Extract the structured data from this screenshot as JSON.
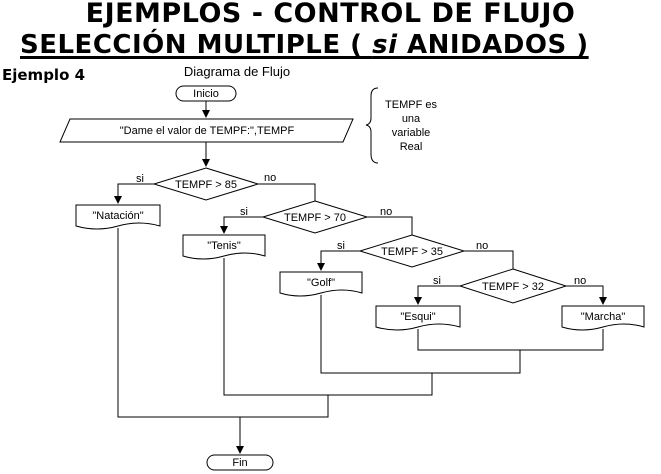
{
  "header": {
    "title_line1": "EJEMPLOS - CONTROL DE FLUJO",
    "title_line2_a": "SELECCIÓN MULTIPLE ( ",
    "title_line2_b": "si",
    "title_line2_c": " ANIDADOS )",
    "example_label": "Ejemplo 4"
  },
  "diagram": {
    "caption": "Diagrama de Flujo",
    "start": "Inicio",
    "input": "\"Dame el valor de TEMPF:\",TEMPF",
    "note": [
      "TEMPF es",
      "una",
      "variable",
      "Real"
    ],
    "decisions": [
      "TEMPF > 85",
      "TEMPF > 70",
      "TEMPF > 35",
      "TEMPF > 32"
    ],
    "yes_label": "si",
    "no_label": "no",
    "outputs": [
      "\"Natación\"",
      "\"Tenis\"",
      "\"Golf\"",
      "\"Esqui\"",
      "\"Marcha\""
    ],
    "end": "Fin"
  }
}
